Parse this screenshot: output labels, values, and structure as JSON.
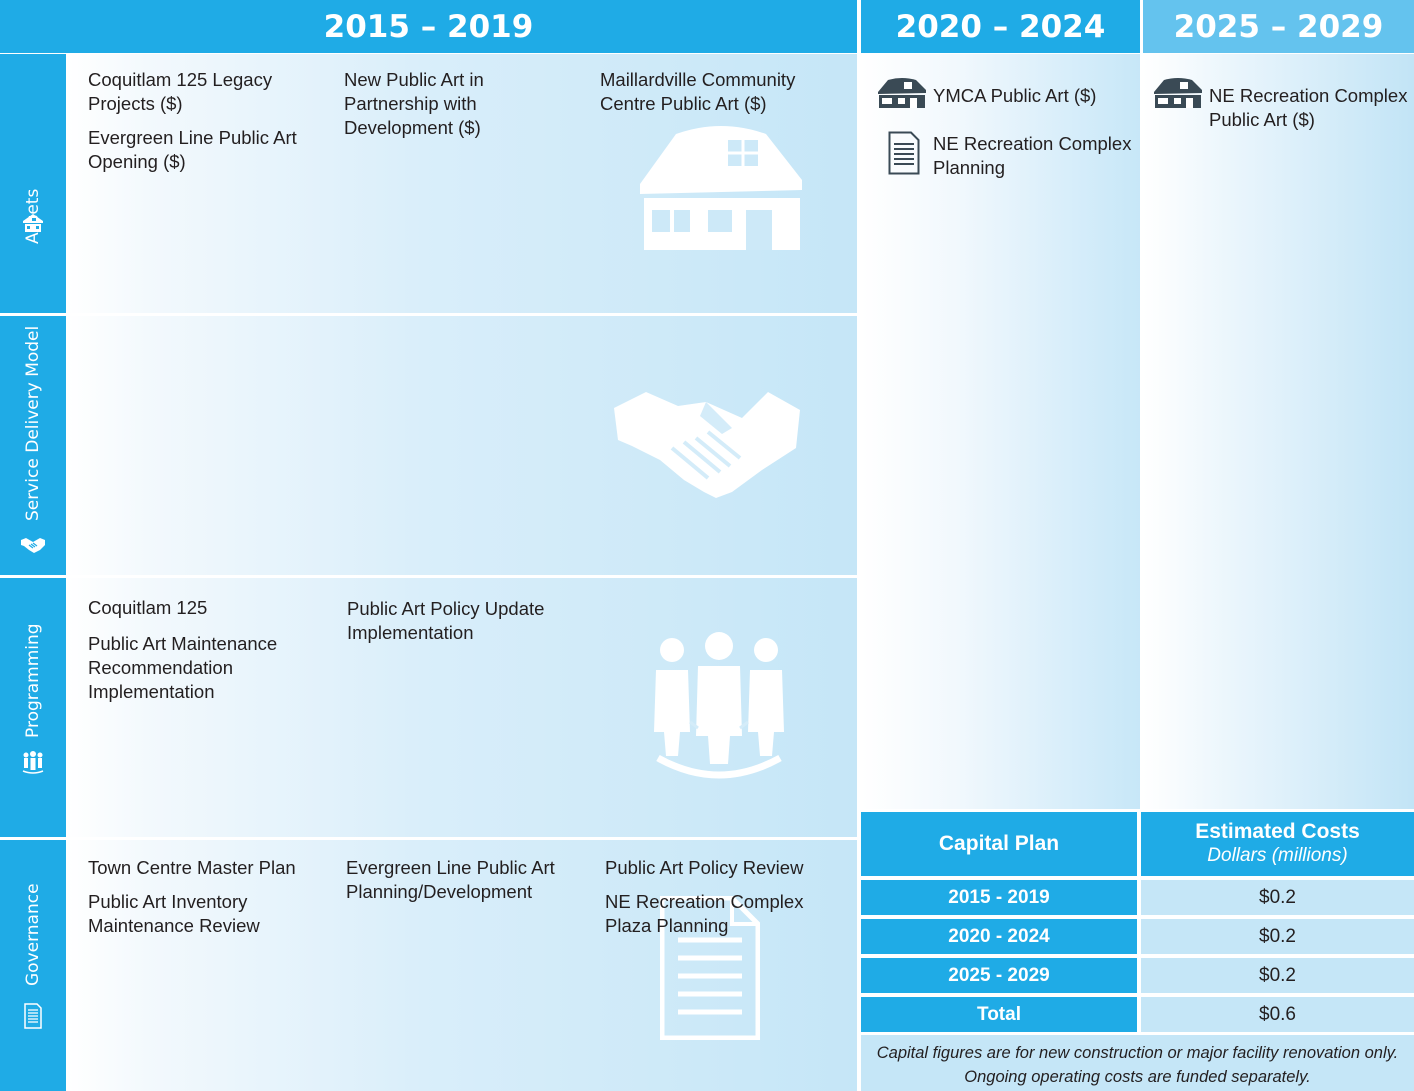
{
  "headers": {
    "period_1": "2015 – 2019",
    "period_2": "2020 – 2024",
    "period_3": "2025 – 2029"
  },
  "rows": {
    "assets": "Assets",
    "service": "Service Delivery Model",
    "programming": "Programming",
    "governance": "Governance"
  },
  "assets": {
    "c1": [
      "Coquitlam 125 Legacy Projects ($)",
      "Evergreen Line Public Art Opening ($)"
    ],
    "c2": "New Public Art in Partnership with Development ($)",
    "c3": "Maillardville Community Centre Public Art ($)"
  },
  "programming": {
    "c1a": "Coquitlam 125",
    "c1b": "Public Art Maintenance Recommendation Implementation",
    "c2": "Public Art Policy Update Implementation"
  },
  "governance": {
    "c1a": "Town Centre Master Plan",
    "c1b": "Public Art Inventory Maintenance Review",
    "c2": "Evergreen Line Public Art Planning/Development",
    "c3a": "Public Art Policy Review",
    "c3b": "NE Recreation Complex Plaza Planning"
  },
  "period2": {
    "item1": "YMCA Public Art ($)",
    "item2": "NE Recreation Complex Planning"
  },
  "period3": {
    "item1": "NE Recreation Complex Public Art ($)"
  },
  "capital": {
    "header_left": "Capital Plan",
    "header_right": "Estimated Costs",
    "header_right_sub": "Dollars (millions)",
    "rows": [
      {
        "label": "2015 - 2019",
        "value": "$0.2"
      },
      {
        "label": "2020 - 2024",
        "value": "$0.2"
      },
      {
        "label": "2025 - 2029",
        "value": "$0.2"
      },
      {
        "label": "Total",
        "value": "$0.6"
      }
    ],
    "note": "Capital figures are for new construction or major facility renovation only. Ongoing operating costs are funded separately."
  },
  "colors": {
    "primary_blue": "#1fabe6",
    "light_blue": "#64c3ee",
    "pale_blue": "#c5e6f7"
  },
  "icons": [
    "building-icon",
    "handshake-icon",
    "people-icon",
    "document-icon"
  ]
}
